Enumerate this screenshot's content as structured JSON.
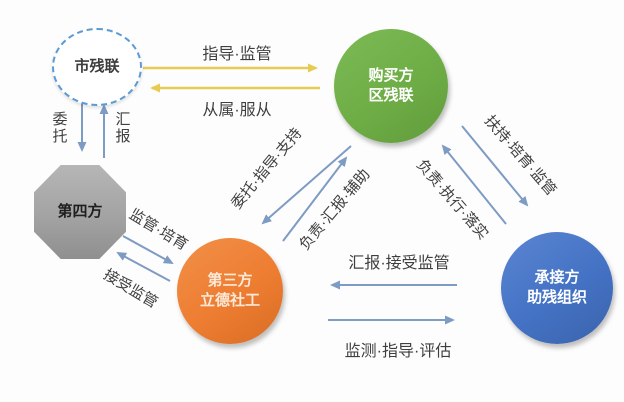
{
  "diagram": {
    "nodes": {
      "city_cdpf": {
        "label": "市残联"
      },
      "buyer_district_cdpf": {
        "lines": [
          "购买方",
          "区残联"
        ]
      },
      "fourth_party": {
        "label": "第四方"
      },
      "third_party_lide": {
        "lines": [
          "第三方",
          "立德社工"
        ]
      },
      "undertaker_org": {
        "lines": [
          "承接方",
          "助残组织"
        ]
      }
    },
    "edge_labels": {
      "guide_supervise": "指导·监管",
      "subordinate_obey": "从属·服从",
      "entrust": "委托",
      "report": "汇报",
      "entrust_guide_support": "委托·指导·支持",
      "responsible_report_assist": "负责·汇报·辅助",
      "support_cultivate_supervise": "扶持·培育·监管",
      "responsible_execute_implement": "负责·执行·落实",
      "supervise_cultivate": "监管·培育",
      "accept_supervision": "接受监管",
      "report_accept_supervision": "汇报·接受监管",
      "monitor_guide_evaluate": "监测·指导·评估"
    },
    "colors": {
      "green_node": "#6EAD46",
      "orange_node": "#ED7D31",
      "blue_node": "#4472C4",
      "gray_node": "#A3A3A3",
      "dashed_node_border": "#5B9BD5",
      "yellow_arrow": "#E6CC52",
      "blue_arrow": "#7E9BC4",
      "label_text": "#3F3F3F"
    }
  }
}
